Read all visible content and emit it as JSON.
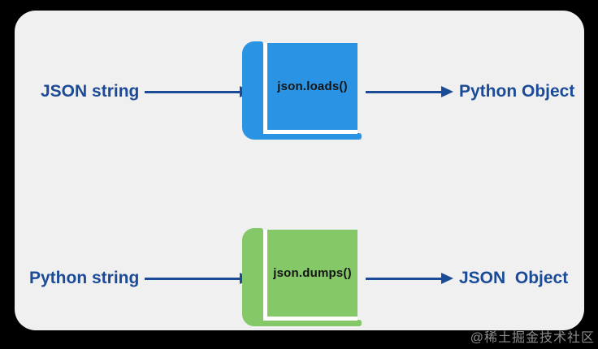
{
  "page": {
    "background": "#000000",
    "card_background": "#f0f0f1"
  },
  "colors": {
    "label_navy": "#1b4b97",
    "arrow_navy": "#1b4b97",
    "blue_book": "#2b93e3",
    "green_book": "#85c868",
    "book_text": "#141414",
    "watermark_gray": "#8d8d8d"
  },
  "rows": [
    {
      "source_label": "JSON string",
      "function_label": "json.loads()",
      "result_label": "Python Object",
      "book_color": "#2b93e3"
    },
    {
      "source_label": "Python string",
      "function_label": "json.dumps()",
      "result_label": "JSON  Object",
      "book_color": "#85c868"
    }
  ],
  "watermark": {
    "text": "@稀土掘金技术社区"
  }
}
